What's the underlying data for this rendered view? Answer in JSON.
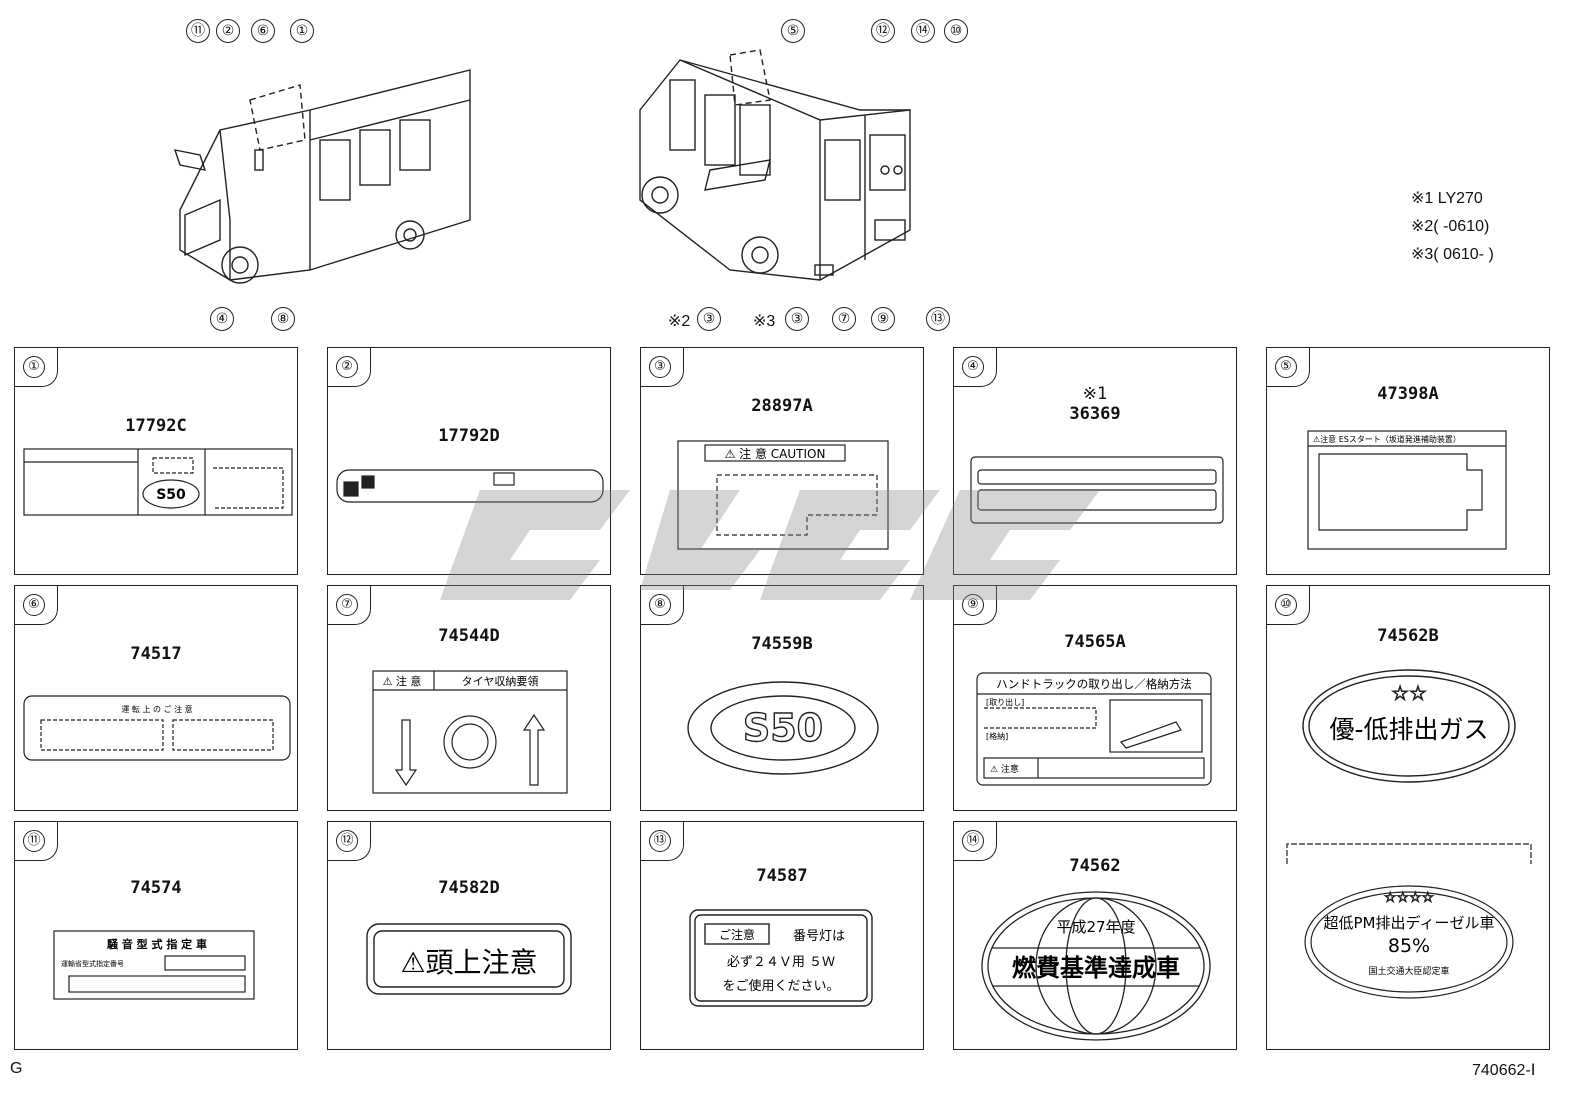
{
  "callouts_top": {
    "front": [
      "⑪",
      "②",
      "⑥",
      "①"
    ],
    "front_bottom": [
      "④",
      "⑧"
    ],
    "rear_top": [
      "⑤",
      "⑫",
      "⑭",
      "⑩"
    ],
    "rear_bottom": [
      {
        "prefix": "※2",
        "num": "③"
      },
      {
        "prefix": "※3",
        "num": "③"
      },
      {
        "prefix": "",
        "num": "⑦"
      },
      {
        "prefix": "",
        "num": "⑨"
      },
      {
        "prefix": "",
        "num": "⑬"
      }
    ]
  },
  "notes": [
    "※1  LY270",
    "※2(        -0610)",
    "※3( 0610-        )"
  ],
  "panels": [
    {
      "num": "①",
      "part": "17792C"
    },
    {
      "num": "②",
      "part": "17792D"
    },
    {
      "num": "③",
      "part": "28897A"
    },
    {
      "num": "④",
      "part": "36369",
      "note": "※1"
    },
    {
      "num": "⑤",
      "part": "47398A"
    },
    {
      "num": "⑥",
      "part": "74517"
    },
    {
      "num": "⑦",
      "part": "74544D"
    },
    {
      "num": "⑧",
      "part": "74559B"
    },
    {
      "num": "⑨",
      "part": "74565A"
    },
    {
      "num": "⑩",
      "part": "74562B"
    },
    {
      "num": "⑪",
      "part": "74574"
    },
    {
      "num": "⑫",
      "part": "74582D"
    },
    {
      "num": "⑬",
      "part": "74587"
    },
    {
      "num": "⑭",
      "part": "74562"
    }
  ],
  "label_text": {
    "caution_header": "⚠ 注 意  CAUTION",
    "s50": "S50",
    "es_start": "⚠注意  ESスタート（坂道発進補助装置）",
    "p6_title": "運 転 上 の ご 注 意",
    "tire_header_a": "⚠ 注 意",
    "tire_header_b": "タイヤ収納要領",
    "hand_truck": "ハンドトラックの取り出し／格納方法",
    "hand_take": "[取り出し]",
    "hand_store": "[格納]",
    "hand_caution": "⚠ 注意",
    "yu_low": "優-低排出ガス",
    "noise_title": "騒 音 型 式 指 定 車",
    "noise_sub": "運輸省型式指定番号",
    "head_caution": "⚠頭上注意",
    "lamp_box": "ご注意",
    "lamp_l1": "番号灯は",
    "lamp_l2": "必ず２４Ｖ用 ５Ｗ",
    "lamp_l3": "をご使用ください。",
    "fuel_year": "平成27年度",
    "fuel_main": "燃費基準達成車",
    "pm_main": "超低PM排出ディーゼル車",
    "pm_pct": "85%",
    "pm_sub": "国土交通大臣認定車"
  },
  "footer": {
    "left": "G",
    "right": "740662-Ⅰ"
  }
}
